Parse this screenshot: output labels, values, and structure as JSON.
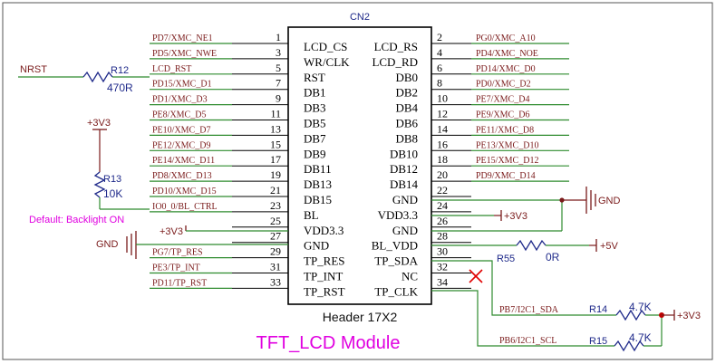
{
  "connector": {
    "ref": "CN2",
    "name": "Header 17X2"
  },
  "module_title": "TFT_LCD Module",
  "pins_left": [
    {
      "num": "1",
      "name": "LCD_CS",
      "net": "PD7/XMC_NE1"
    },
    {
      "num": "3",
      "name": "WR/CLK",
      "net": "PD5/XMC_NWE"
    },
    {
      "num": "5",
      "name": "RST",
      "net": "LCD_RST"
    },
    {
      "num": "7",
      "name": "DB1",
      "net": "PD15/XMC_D1"
    },
    {
      "num": "9",
      "name": "DB3",
      "net": "PD1/XMC_D3"
    },
    {
      "num": "11",
      "name": "DB5",
      "net": "PE8/XMC_D5"
    },
    {
      "num": "13",
      "name": "DB7",
      "net": "PE10/XMC_D7"
    },
    {
      "num": "15",
      "name": "DB9",
      "net": "PE12/XMC_D9"
    },
    {
      "num": "17",
      "name": "DB11",
      "net": "PE14/XMC_D11"
    },
    {
      "num": "19",
      "name": "DB13",
      "net": "PD8/XMC_D13"
    },
    {
      "num": "21",
      "name": "DB15",
      "net": "PD10/XMC_D15"
    },
    {
      "num": "23",
      "name": "BL",
      "net": "IO0_0/BL_CTRL"
    },
    {
      "num": "25",
      "name": "VDD3.3",
      "net": ""
    },
    {
      "num": "27",
      "name": "GND",
      "net": ""
    },
    {
      "num": "29",
      "name": "TP_RES",
      "net": "PG7/TP_RES"
    },
    {
      "num": "31",
      "name": "TP_INT",
      "net": "PE3/TP_INT"
    },
    {
      "num": "33",
      "name": "TP_RST",
      "net": "PD11/TP_RST"
    }
  ],
  "pins_right": [
    {
      "num": "2",
      "name": "LCD_RS",
      "net": "PG0/XMC_A10"
    },
    {
      "num": "4",
      "name": "LCD_RD",
      "net": "PD4/XMC_NOE"
    },
    {
      "num": "6",
      "name": "DB0",
      "net": "PD14/XMC_D0"
    },
    {
      "num": "8",
      "name": "DB2",
      "net": "PD0/XMC_D2"
    },
    {
      "num": "10",
      "name": "DB4",
      "net": "PE7/XMC_D4"
    },
    {
      "num": "12",
      "name": "DB6",
      "net": "PE9/XMC_D6"
    },
    {
      "num": "14",
      "name": "DB8",
      "net": "PE11/XMC_D8"
    },
    {
      "num": "16",
      "name": "DB10",
      "net": "PE13/XMC_D10"
    },
    {
      "num": "18",
      "name": "DB12",
      "net": "PE15/XMC_D12"
    },
    {
      "num": "20",
      "name": "DB14",
      "net": "PD9/XMC_D14"
    },
    {
      "num": "22",
      "name": "GND",
      "net": ""
    },
    {
      "num": "24",
      "name": "VDD3.3",
      "net": ""
    },
    {
      "num": "26",
      "name": "GND",
      "net": ""
    },
    {
      "num": "28",
      "name": "BL_VDD",
      "net": ""
    },
    {
      "num": "30",
      "name": "TP_SDA",
      "net": ""
    },
    {
      "num": "32",
      "name": "NC",
      "net": ""
    },
    {
      "num": "34",
      "name": "TP_CLK",
      "net": ""
    }
  ],
  "nrst": {
    "net": "NRST",
    "ref": "R12",
    "value": "470R"
  },
  "r13": {
    "supply": "+3V3",
    "ref": "R13",
    "value": "10K"
  },
  "backlight_note": "Default: Backlight ON",
  "left_power": {
    "vdd": "+3V3",
    "gnd": "GND"
  },
  "right_power": {
    "gnd": "GND",
    "vdd": "+3V3"
  },
  "r55": {
    "ref": "R55",
    "value": "0R",
    "supply": "+5V"
  },
  "i2c": {
    "sda_net": "PB7/I2C1_SDA",
    "scl_net": "PB6/I2C1_SCL",
    "r14_ref": "R14",
    "r14_value": "4.7K",
    "r15_ref": "R15",
    "r15_value": "4.7K",
    "supply": "+3V3"
  },
  "colors": {
    "net_line": "#2e8b2e",
    "dark_red": "#7a1b1b",
    "label_blue": "#1f2a8a",
    "magenta": "#e000e0",
    "nc_red": "#e00000"
  }
}
